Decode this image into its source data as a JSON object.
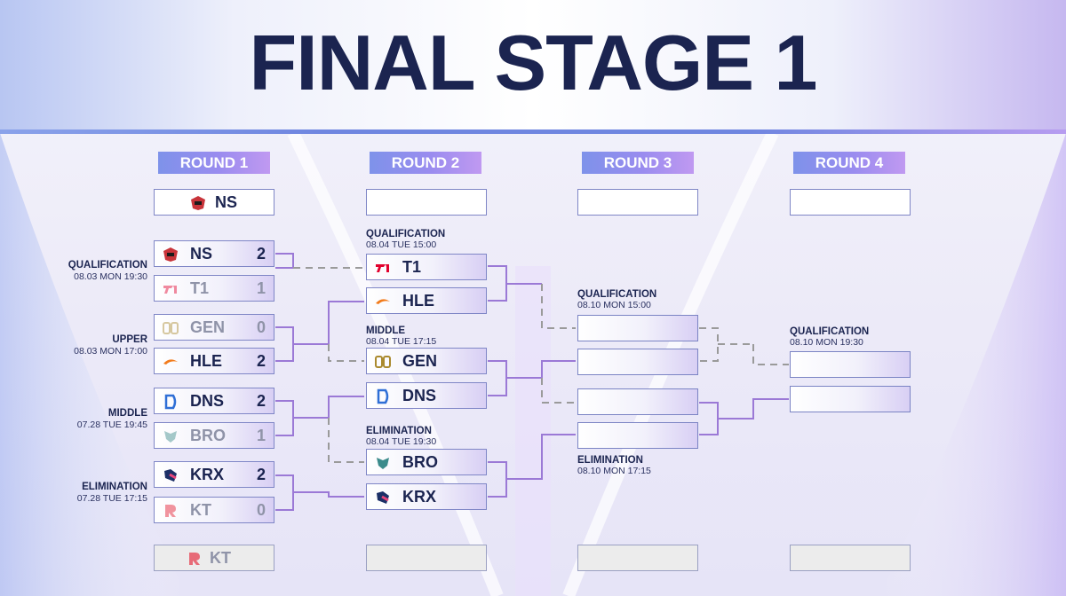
{
  "title": "FINAL STAGE 1",
  "rounds": [
    "ROUND 1",
    "ROUND 2",
    "ROUND 3",
    "ROUND 4"
  ],
  "round1": {
    "top_seed": "NS",
    "matches": [
      {
        "label": "QUALIFICATION",
        "date": "08.03 MON 19:30",
        "teams": [
          {
            "name": "NS",
            "score": "2",
            "icon": "ns-logo"
          },
          {
            "name": "T1",
            "score": "1",
            "icon": "t1-logo"
          }
        ]
      },
      {
        "label": "UPPER",
        "date": "08.03 MON 17:00",
        "teams": [
          {
            "name": "GEN",
            "score": "0",
            "icon": "gen-logo"
          },
          {
            "name": "HLE",
            "score": "2",
            "icon": "hle-logo"
          }
        ]
      },
      {
        "label": "MIDDLE",
        "date": "07.28 TUE 19:45",
        "teams": [
          {
            "name": "DNS",
            "score": "2",
            "icon": "dns-logo"
          },
          {
            "name": "BRO",
            "score": "1",
            "icon": "bro-logo"
          }
        ]
      },
      {
        "label": "ELIMINATION",
        "date": "07.28 TUE 17:15",
        "teams": [
          {
            "name": "KRX",
            "score": "2",
            "icon": "krx-logo"
          },
          {
            "name": "KT",
            "score": "0",
            "icon": "kt-logo"
          }
        ]
      }
    ],
    "eliminated": "KT"
  },
  "round2": {
    "matches": [
      {
        "label": "QUALIFICATION",
        "date": "08.04 TUE 15:00",
        "teams": [
          "T1",
          "HLE"
        ]
      },
      {
        "label": "MIDDLE",
        "date": "08.04 TUE 17:15",
        "teams": [
          "GEN",
          "DNS"
        ]
      },
      {
        "label": "ELIMINATION",
        "date": "08.04 TUE 19:30",
        "teams": [
          "BRO",
          "KRX"
        ]
      }
    ]
  },
  "round3": {
    "matches": [
      {
        "label": "QUALIFICATION",
        "date": "08.10 MON 15:00"
      },
      {
        "label": "ELIMINATION",
        "date": "08.10 MON 17:15"
      }
    ]
  },
  "round4": {
    "matches": [
      {
        "label": "QUALIFICATION",
        "date": "08.10 MON 19:30"
      }
    ]
  },
  "colors": {
    "title": "#1b2450",
    "accent_blue": "#7e92ea",
    "accent_purple": "#c099f1",
    "winner_line": "#9b79d6",
    "loser_line": "#9a9a9a"
  }
}
